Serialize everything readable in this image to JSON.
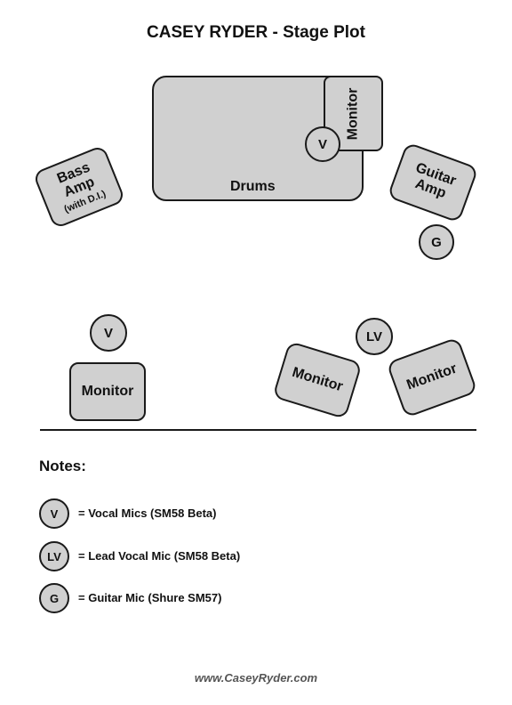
{
  "title": "CASEY RYDER - Stage Plot",
  "stage": {
    "drums": "Drums",
    "drum_monitor": "Monitor",
    "drum_vocal_mic": "V",
    "bass_amp": {
      "line1": "Bass",
      "line2": "Amp",
      "line3": "(with D.I.)"
    },
    "guitar_amp": {
      "line1": "Guitar",
      "line2": "Amp"
    },
    "guitar_mic": "G",
    "left_vocal_mic": "V",
    "left_monitor": "Monitor",
    "lead_vocal_mic": "LV",
    "center_monitor": "Monitor",
    "right_monitor": "Monitor"
  },
  "notes": {
    "heading": "Notes:",
    "items": [
      {
        "symbol": "V",
        "text": "= Vocal Mics (SM58 Beta)"
      },
      {
        "symbol": "LV",
        "text": "= Lead Vocal Mic (SM58 Beta)"
      },
      {
        "symbol": "G",
        "text": "= Guitar Mic (Shure SM57)"
      }
    ]
  },
  "footer": "www.CaseyRyder.com"
}
